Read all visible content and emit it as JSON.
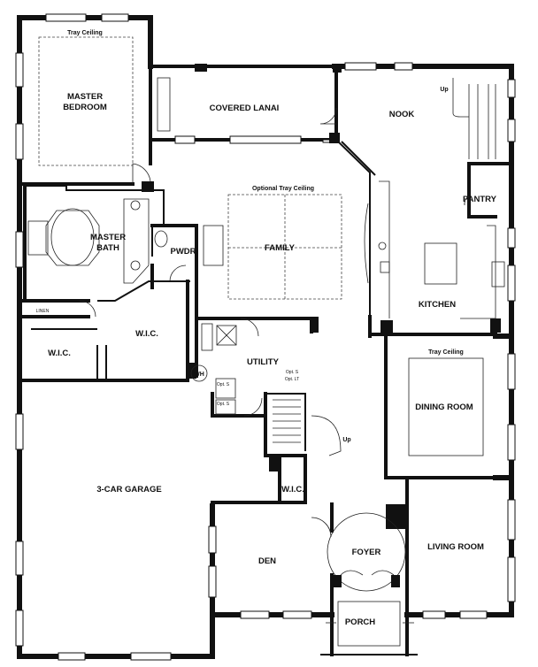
{
  "rooms": {
    "master_bedroom_line1": "MASTER",
    "master_bedroom_line2": "BEDROOM",
    "tray_ceiling_master": "Tray Ceiling",
    "covered_lanai": "COVERED LANAI",
    "nook": "NOOK",
    "up_nook": "Up",
    "pantry": "PANTRY",
    "optional_tray_ceiling": "Optional Tray Ceiling",
    "family": "FAMILY",
    "master_bath_line1": "MASTER",
    "master_bath_line2": "BATH",
    "pwdr": "PWDR",
    "kitchen": "KITCHEN",
    "linen": "LINEN",
    "wic_master_1": "W.I.C.",
    "wic_master_2": "W.I.C.",
    "wh": "WH",
    "utility": "UTILITY",
    "tray_ceiling_dining": "Tray Ceiling",
    "dining_room": "DINING ROOM",
    "up_stair": "Up",
    "garage": "3-CAR GARAGE",
    "wic_hall": "W.I.C.",
    "den": "DEN",
    "foyer": "FOYER",
    "living_room": "LIVING ROOM",
    "porch": "PORCH",
    "opt_small_1": "Opt. S",
    "opt_small_2": "Opt. S",
    "opt_small_3": "Opt. S",
    "opt_small_4": "Opt. LT"
  }
}
